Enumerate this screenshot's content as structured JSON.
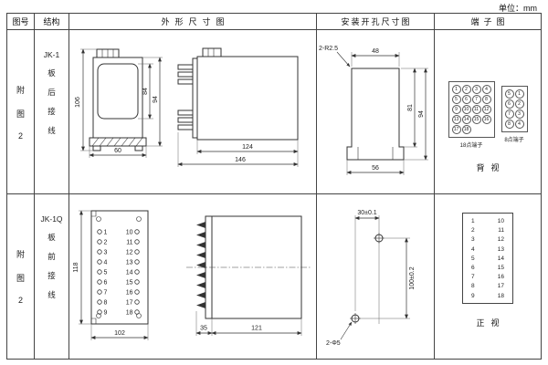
{
  "unit_label": "单位：mm",
  "header": {
    "fig_no": "图号",
    "structure": "结构",
    "outline": "外形尺寸图",
    "mounting": "安装开孔尺寸图",
    "terminal": "端子图"
  },
  "row1": {
    "fig_no": [
      "附",
      "图",
      "2"
    ],
    "structure": [
      "JK-1",
      "板",
      "后",
      "接",
      "线"
    ],
    "outline": {
      "h106": "106",
      "h84": "84",
      "h94": "94",
      "w60": "60",
      "w124": "124",
      "w146": "146"
    },
    "mounting": {
      "radius_label": "2-R2.5",
      "w48": "48",
      "h81": "81",
      "h94": "94",
      "w56": "56"
    },
    "terminal": {
      "grid18": [
        "1",
        "2",
        "3",
        "4",
        "5",
        "6",
        "7",
        "8",
        "9",
        "10",
        "11",
        "12",
        "13",
        "14",
        "15",
        "16",
        "17",
        "18"
      ],
      "grid8": [
        "5",
        "1",
        "6",
        "2",
        "7",
        "3",
        "8",
        "4"
      ],
      "label18": "18点端子",
      "label8": "8点端子",
      "view_label": "背视"
    }
  },
  "row2": {
    "fig_no": [
      "附",
      "图",
      "2"
    ],
    "structure": [
      "JK-1Q",
      "板",
      "前",
      "接",
      "线"
    ],
    "outline": {
      "h118": "118",
      "w102": "102",
      "w35": "35",
      "w121": "121",
      "left_terminals": [
        "1",
        "2",
        "3",
        "4",
        "5",
        "6",
        "7",
        "8",
        "9"
      ],
      "right_terminals": [
        "10",
        "11",
        "12",
        "13",
        "14",
        "15",
        "16",
        "17",
        "18"
      ]
    },
    "mounting": {
      "w30": "30±0.1",
      "h100": "100±0.2",
      "hole_label": "2-Φ5"
    },
    "terminal": {
      "left_col": [
        "1",
        "2",
        "3",
        "4",
        "5",
        "6",
        "7",
        "8",
        "9"
      ],
      "right_col": [
        "10",
        "11",
        "12",
        "13",
        "14",
        "15",
        "16",
        "17",
        "18"
      ],
      "view_label": "正视"
    }
  }
}
